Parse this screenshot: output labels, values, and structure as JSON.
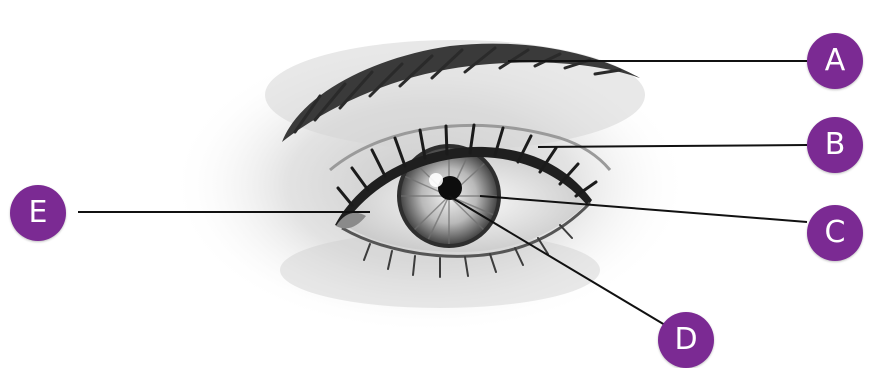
{
  "accent_color": "#7b2a93",
  "labels": {
    "a": "A",
    "b": "B",
    "c": "C",
    "d": "D",
    "e": "E"
  },
  "icons": {
    "illustration": "pencil-sketch-eye-icon"
  }
}
